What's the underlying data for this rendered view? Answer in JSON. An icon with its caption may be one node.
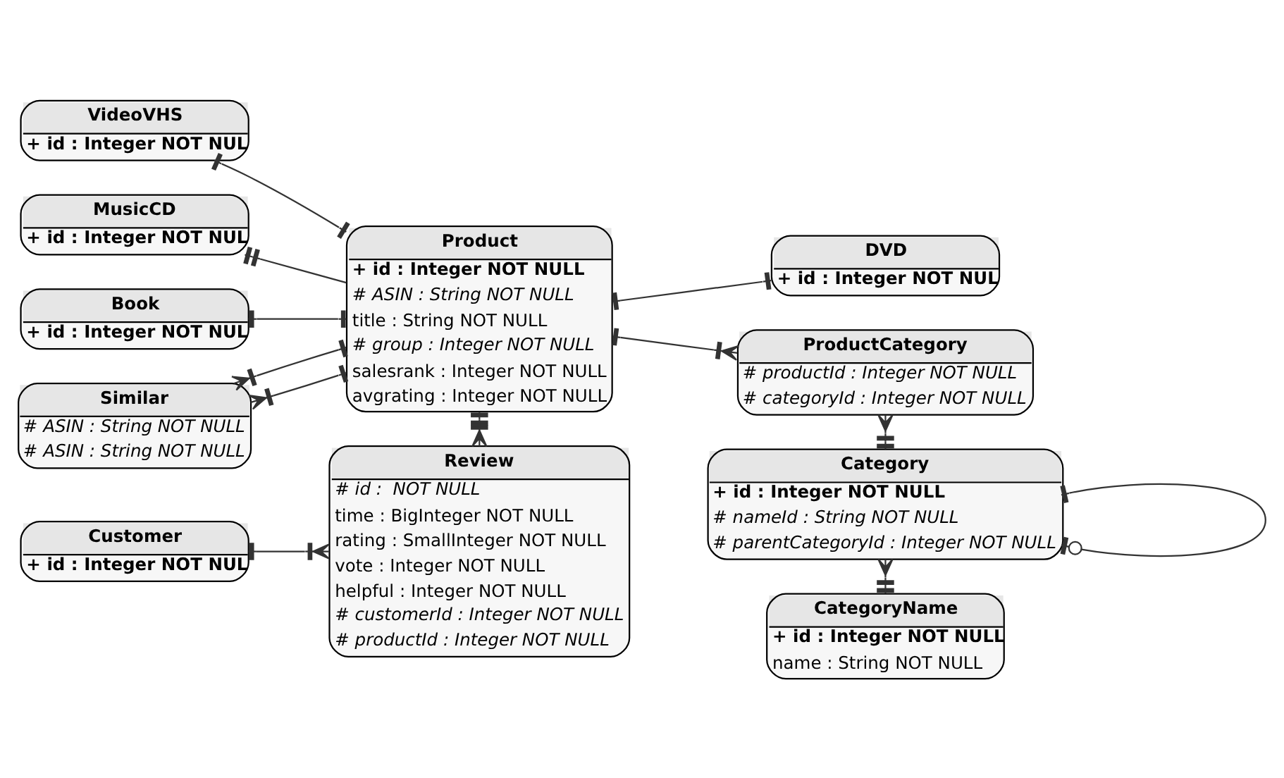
{
  "diagram": {
    "nodes": [
      {
        "text": [
          "VideoVHS",
          "+ id : Integer NOT NUL"
        ]
      },
      {
        "text": [
          "MusicCD",
          "+ id : Integer NOT NUL"
        ]
      },
      {
        "text": [
          "DVD",
          "+ id : Integer NOT NUL"
        ]
      },
      {
        "text": [
          "Book",
          "+ id : Integer NOT NUL"
        ]
      },
      {
        "text": [
          "Product",
          "+ id : Integer NOT NULL",
          "# ASIN : String NOT NULL",
          "title : String NOT NULL",
          "# group : Integer NOT NULL",
          "salesrank : Integer NOT NULL",
          "avgrating : Integer NOT NULL"
        ]
      },
      {
        "text": [
          "ProductCategory",
          "# productId : Integer NOT NULL",
          "# categoryId : Integer NOT NULL"
        ]
      },
      {
        "text": [
          "Similar",
          "# ASIN : String NOT NULL",
          "# ASIN : String NOT NULL"
        ]
      },
      {
        "text": [
          "Category",
          "+ id : Integer NOT NULL",
          "# nameId : String NOT NULL",
          "# parentCategoryId : Integer NOT NULL"
        ]
      },
      {
        "text": [
          "Customer",
          "+ id : Integer NOT NUL"
        ]
      },
      {
        "text": [
          "Review",
          "# id :  NOT NULL",
          "time : BigInteger NOT NULL",
          "rating : SmallInteger NOT NULL",
          "vote : Integer NOT NULL",
          "helpful : Integer NOT NULL",
          "# customerId : Integer NOT NULL",
          "# productId : Integer NOT NULL"
        ]
      },
      {
        "text": [
          "CategoryName",
          "+ id : Integer NOT NULL",
          "name : String NOT NULL"
        ]
      }
    ],
    "edges": [
      {
        "from": 0,
        "to": 4,
        "arrow": "other"
      },
      {
        "from": 1,
        "to": 4,
        "arrow": "other"
      },
      {
        "from": 4,
        "to": 2,
        "arrow": "other"
      },
      {
        "from": 3,
        "to": 4,
        "arrow": "other"
      },
      {
        "from": 4,
        "to": 5,
        "arrow": "other"
      },
      {
        "from": 6,
        "to": 4,
        "arrow": "other"
      },
      {
        "from": 6,
        "to": 4,
        "arrow": "other"
      },
      {
        "from": 5,
        "to": 7,
        "arrow": "other"
      },
      {
        "from": 7,
        "to": 7,
        "arrow": "other"
      },
      {
        "from": 7,
        "to": 10,
        "arrow": "other"
      },
      {
        "from": 4,
        "to": 9,
        "arrow": "other"
      },
      {
        "from": 8,
        "to": 9,
        "arrow": "other"
      }
    ]
  }
}
